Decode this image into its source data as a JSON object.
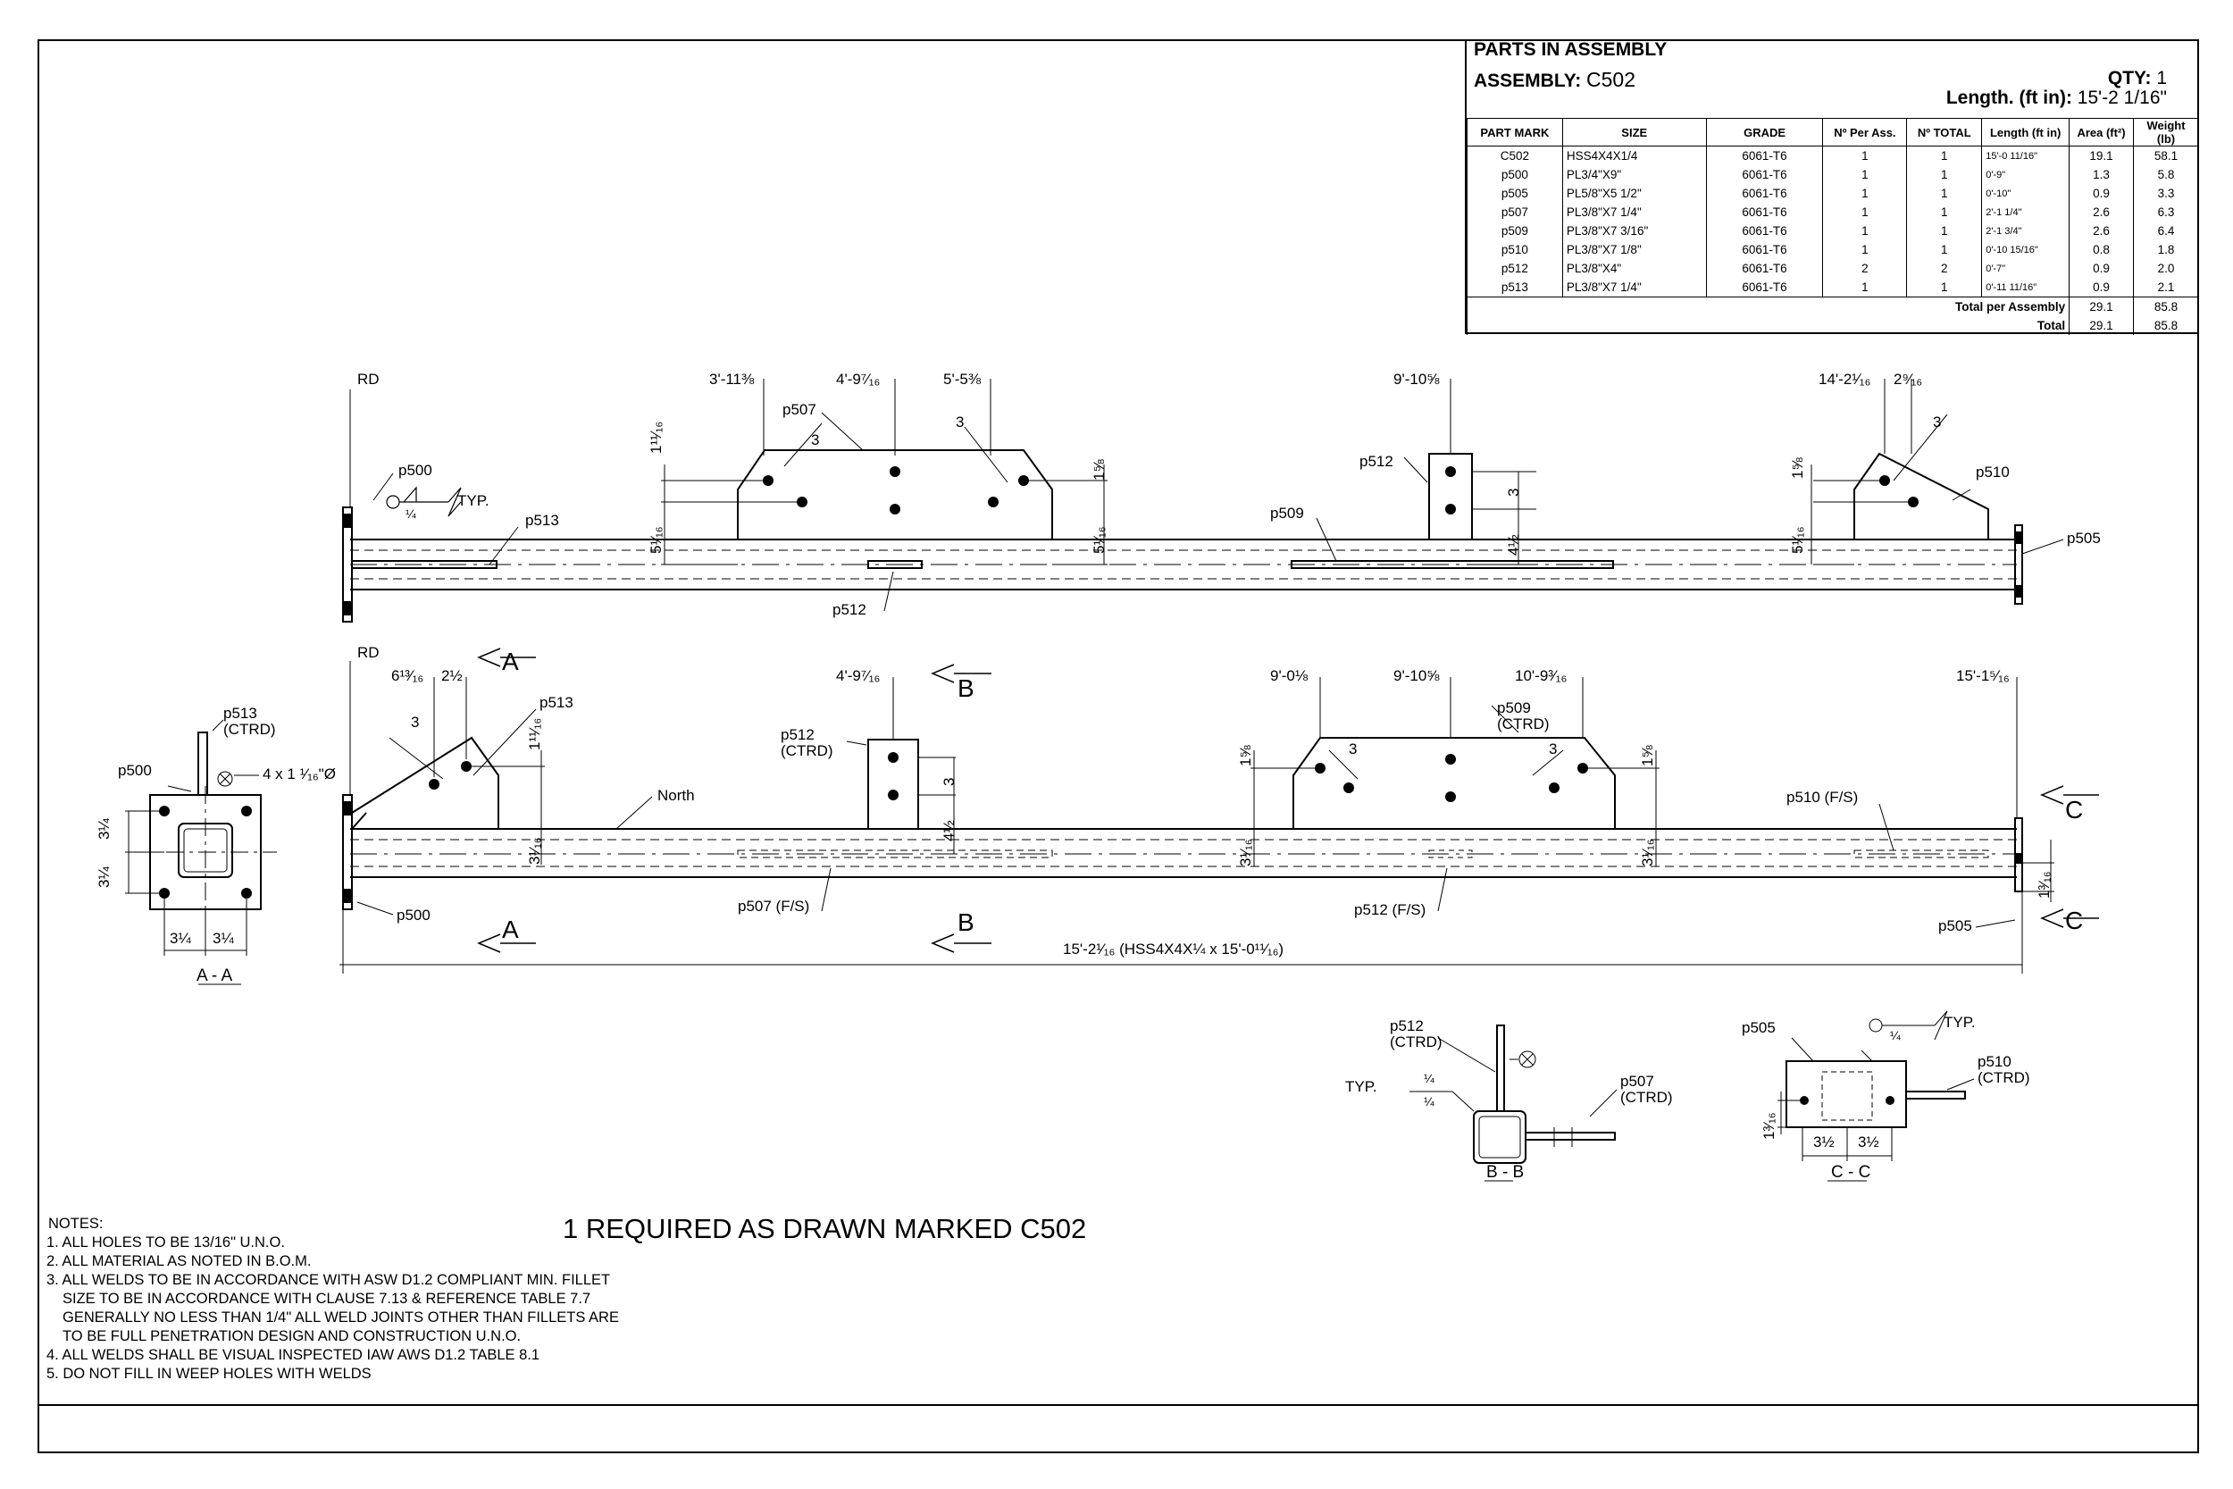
{
  "parts_table": {
    "title": "PARTS IN ASSEMBLY",
    "assembly_label": "ASSEMBLY:",
    "assembly_value": "C502",
    "qty_label": "QTY:",
    "qty_value": "1",
    "length_label": "Length. (ft in):",
    "length_value": "15'-2 1/16\"",
    "columns": [
      "PART MARK",
      "SIZE",
      "GRADE",
      "Nº Per Ass.",
      "Nº TOTAL",
      "Length (ft in)",
      "Area (ft²)",
      "Weight (lb)"
    ],
    "rows": [
      [
        "C502",
        "HSS4X4X1/4",
        "6061-T6",
        "1",
        "1",
        "15'-0 11/16\"",
        "19.1",
        "58.1"
      ],
      [
        "p500",
        "PL3/4\"X9\"",
        "6061-T6",
        "1",
        "1",
        "0'-9\"",
        "1.3",
        "5.8"
      ],
      [
        "p505",
        "PL5/8\"X5 1/2\"",
        "6061-T6",
        "1",
        "1",
        "0'-10\"",
        "0.9",
        "3.3"
      ],
      [
        "p507",
        "PL3/8\"X7 1/4\"",
        "6061-T6",
        "1",
        "1",
        "2'-1 1/4\"",
        "2.6",
        "6.3"
      ],
      [
        "p509",
        "PL3/8\"X7 3/16\"",
        "6061-T6",
        "1",
        "1",
        "2'-1 3/4\"",
        "2.6",
        "6.4"
      ],
      [
        "p510",
        "PL3/8\"X7 1/8\"",
        "6061-T6",
        "1",
        "1",
        "0'-10 15/16\"",
        "0.8",
        "1.8"
      ],
      [
        "p512",
        "PL3/8\"X4\"",
        "6061-T6",
        "2",
        "2",
        "0'-7\"",
        "0.9",
        "2.0"
      ],
      [
        "p513",
        "PL3/8\"X7 1/4\"",
        "6061-T6",
        "1",
        "1",
        "0'-11 11/16\"",
        "0.9",
        "2.1"
      ]
    ],
    "total_assembly_label": "Total per Assembly",
    "total_assembly_area": "29.1",
    "total_assembly_weight": "85.8",
    "total_label": "Total",
    "total_area": "29.1",
    "total_weight": "85.8"
  },
  "drawing": {
    "top_view": {
      "rd": "RD",
      "dims": [
        "3'-11⅜",
        "4'-9⁷⁄₁₆",
        "5'-5⅜",
        "9'-10⅝",
        "14'-2¹⁄₁₆",
        "2⁹⁄₁₆"
      ],
      "parts": [
        "p500",
        "p507",
        "p513",
        "p512",
        "p509",
        "p512",
        "p510",
        "p505"
      ],
      "weld_size": "¼",
      "typ": "TYP.",
      "vertical_dims": [
        "1¹¹⁄₁₆",
        "5¹⁄₁₆",
        "1⅝",
        "5¹⁄₁₆",
        "3",
        "4½",
        "1⅝",
        "5¹⁄₁₆"
      ],
      "fillet": "3"
    },
    "front_view": {
      "rd": "RD",
      "dims": [
        "6¹³⁄₁₆",
        "2½",
        "4'-9⁷⁄₁₆",
        "9'-0⅛",
        "9'-10⅝",
        "10'-9³⁄₁₆",
        "15'-1⁵⁄₁₆"
      ],
      "parts": [
        "p513",
        "p512\n(CTRD)",
        "p509\n(CTRD)",
        "p510 (F/S)",
        "North",
        "p500",
        "p507 (F/S)",
        "p512 (F/S)",
        "p505"
      ],
      "overall": "15'-2¹⁄₁₆ (HSS4X4X¼ x 15'-0¹¹⁄₁₆)",
      "vertical_dims": [
        "1¹¹⁄₁₆",
        "3¹⁄₁₆",
        "3",
        "4½",
        "1⅝",
        "3¹⁄₁₆",
        "1⅝",
        "3¹⁄₁₆",
        "1³⁄₁₆"
      ],
      "section_letters": [
        "A",
        "A",
        "B",
        "B",
        "C",
        "C"
      ]
    },
    "section_aa": {
      "title": "A - A",
      "p513": "p513\n(CTRD)",
      "p500": "p500",
      "holes": "4 x 1 ¹⁄₁₆\"Ø",
      "dims": [
        "3¼",
        "3¼",
        "3¼",
        "3¼"
      ]
    },
    "section_bb": {
      "title": "B - B",
      "p512": "p512\n(CTRD)",
      "p507": "p507\n(CTRD)",
      "typ": "TYP.",
      "weld": "¼"
    },
    "section_cc": {
      "title": "C - C",
      "p505": "p505",
      "p510": "p510\n(CTRD)",
      "typ": "TYP.",
      "weld": "¼",
      "dims": [
        "3½",
        "3½",
        "1³⁄₁₆"
      ]
    }
  },
  "required_text": "1 REQUIRED AS DRAWN MARKED C502",
  "notes": {
    "heading": "NOTES:",
    "items": [
      "1.  ALL HOLES TO BE   13/16\"  U.N.O.",
      "2.  ALL MATERIAL AS NOTED IN B.O.M.",
      "3.  ALL WELDS TO BE IN ACCORDANCE WITH ASW D1.2 COMPLIANT MIN. FILLET SIZE TO BE IN ACCORDANCE WITH CLAUSE 7.13 & REFERENCE TABLE 7.7 GENERALLY NO LESS THAN 1/4\" ALL WELD JOINTS OTHER THAN FILLETS ARE TO BE FULL PENETRATION DESIGN AND CONSTRUCTION U.N.O.",
      "4.  ALL WELDS SHALL BE VISUAL INSPECTED IAW AWS D1.2 TABLE 8.1",
      "5.  DO NOT FILL IN WEEP HOLES WITH WELDS"
    ]
  }
}
